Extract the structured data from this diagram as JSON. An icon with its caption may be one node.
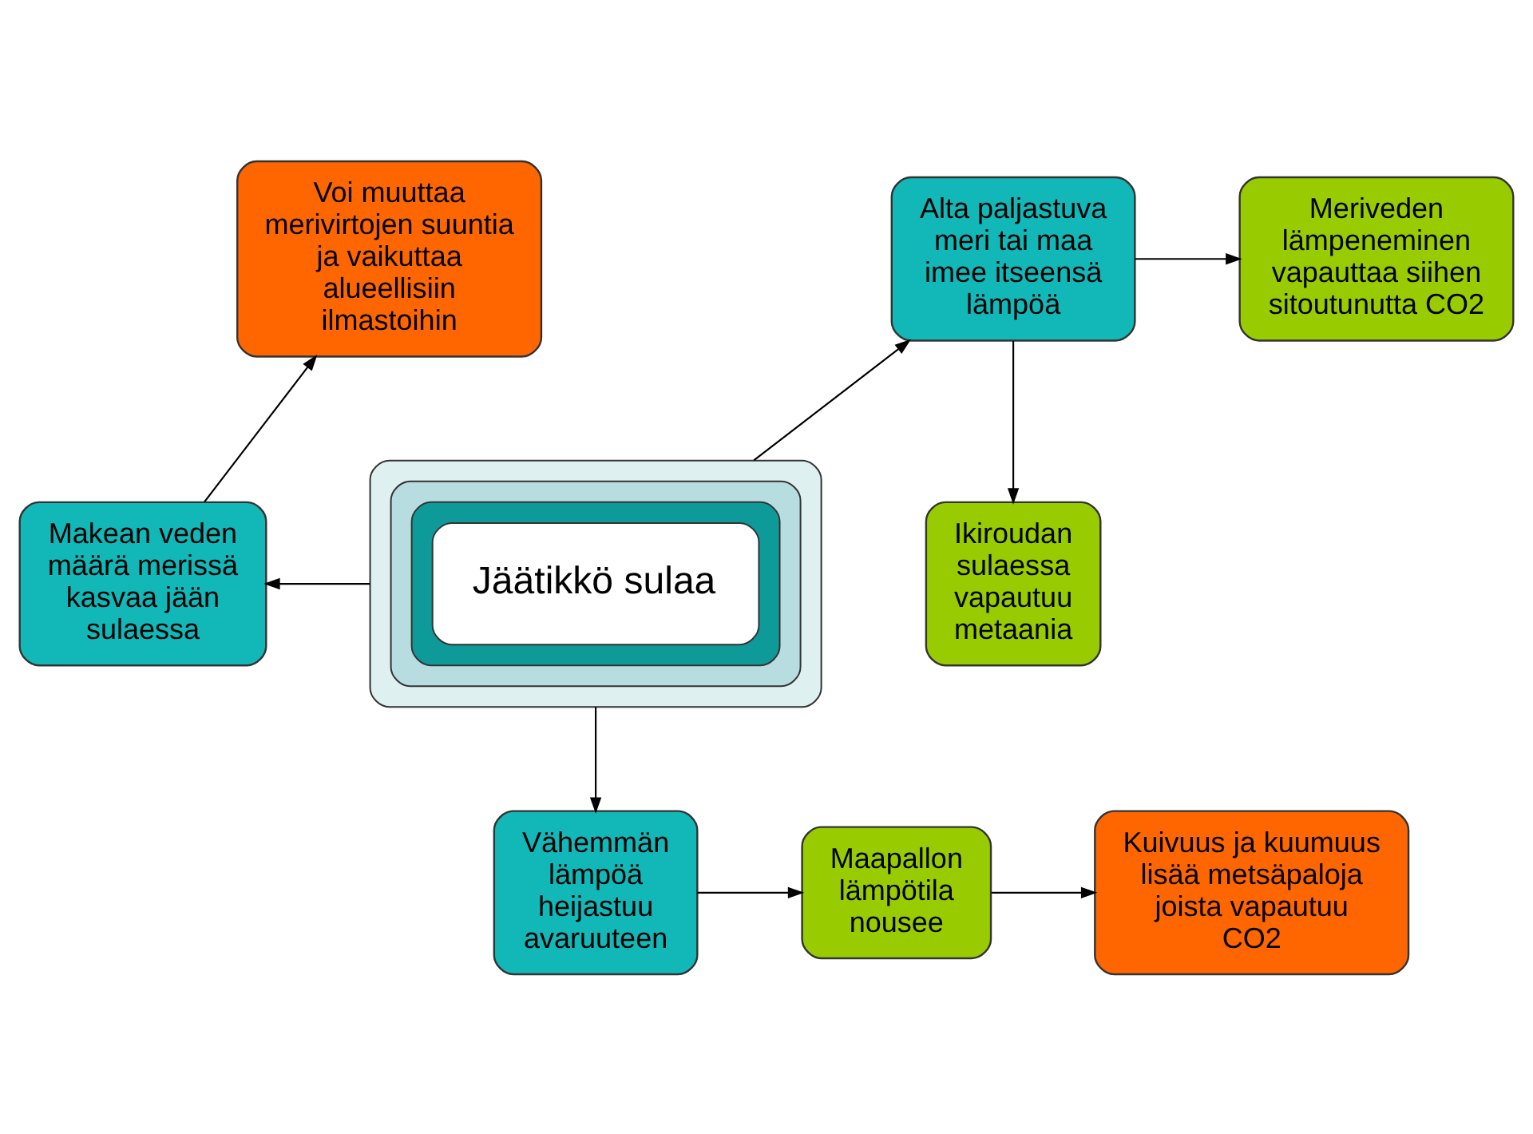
{
  "diagram": {
    "nodes": [
      {
        "text": [
          "Voi muuttaa merivirtojen suuntia ja vaikuttaa alueellisiin ilmastoihin"
        ]
      },
      {
        "text": [
          "Alta paljastuva meri tai maa imee itseensä lämpöä"
        ]
      },
      {
        "text": [
          "Meriveden lämpeneminen vapauttaa siihen sitoutunutta CO2"
        ]
      },
      {
        "text": [
          "Makean veden määrä merissä kasvaa jään sulaessa"
        ]
      },
      {
        "text": [
          "Jäätikkö sulaa"
        ]
      },
      {
        "text": [
          "Ikiroudan sulaessa vapautuu metaania"
        ]
      },
      {
        "text": [
          "Vähemmän lämpöä heijastuu avaruuteen"
        ]
      },
      {
        "text": [
          "Maapallon lämpötila nousee"
        ]
      },
      {
        "text": [
          "Kuivuus ja kuumuus lisää metsäpaloja joista vapautuu CO2"
        ]
      }
    ],
    "edges": [
      {
        "from": 4,
        "to": 3,
        "arrow": "to"
      },
      {
        "from": 3,
        "to": 0,
        "arrow": "to"
      },
      {
        "from": 4,
        "to": 1,
        "arrow": "to"
      },
      {
        "from": 1,
        "to": 2,
        "arrow": "to"
      },
      {
        "from": 1,
        "to": 5,
        "arrow": "to"
      },
      {
        "from": 4,
        "to": 6,
        "arrow": "to"
      },
      {
        "from": 6,
        "to": 7,
        "arrow": "to"
      },
      {
        "from": 7,
        "to": 8,
        "arrow": "to"
      }
    ]
  }
}
